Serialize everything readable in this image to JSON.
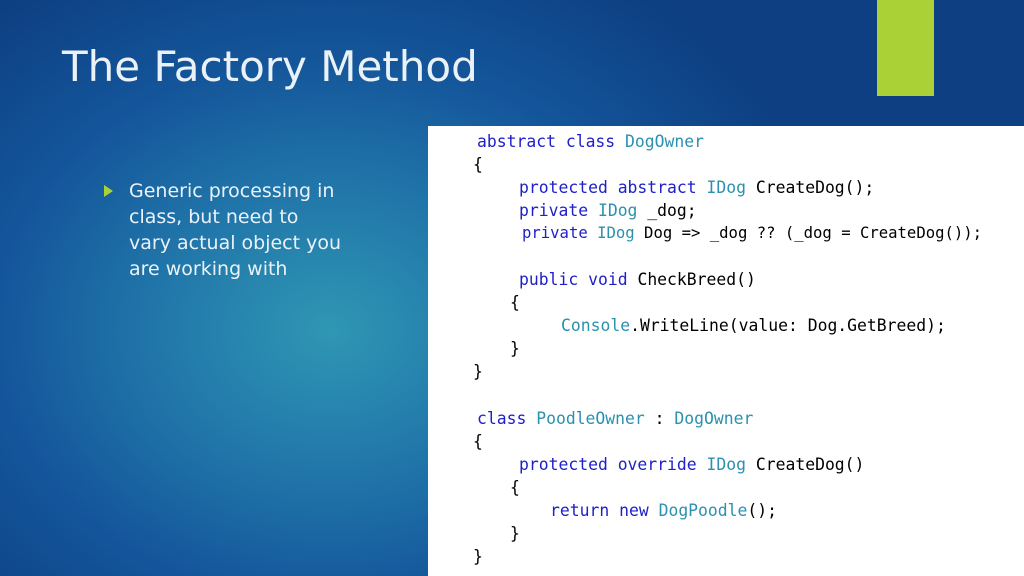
{
  "slide": {
    "title": "The Factory Method",
    "accent_color": "#aad237",
    "bullet": "Generic processing in class, but need to vary actual object you are working with"
  },
  "code": {
    "colors": {
      "keyword": "#1f20c9",
      "type": "#2b91af",
      "plain": "#000000"
    },
    "lines": [
      [
        [
          "abstract",
          "kw"
        ],
        [
          " ",
          "pl"
        ],
        [
          "class",
          "kw"
        ],
        [
          " ",
          "pl"
        ],
        [
          "DogOwner",
          "ty"
        ]
      ],
      [
        [
          "{",
          "pl"
        ]
      ],
      [
        [
          "protected",
          "kw"
        ],
        [
          " ",
          "pl"
        ],
        [
          "abstract",
          "kw"
        ],
        [
          " ",
          "pl"
        ],
        [
          "IDog",
          "ty"
        ],
        [
          " CreateDog();",
          "pl"
        ]
      ],
      [
        [
          "private",
          "kw"
        ],
        [
          " ",
          "pl"
        ],
        [
          "IDog",
          "ty"
        ],
        [
          " _dog;",
          "pl"
        ]
      ],
      [
        [
          "private",
          "kw"
        ],
        [
          " ",
          "pl"
        ],
        [
          "IDog",
          "ty"
        ],
        [
          " Dog => _dog ?? (_dog = CreateDog());",
          "pl"
        ]
      ],
      [
        [
          "public",
          "kw"
        ],
        [
          " ",
          "pl"
        ],
        [
          "void",
          "kw"
        ],
        [
          " CheckBreed()",
          "pl"
        ]
      ],
      [
        [
          "{",
          "pl"
        ]
      ],
      [
        [
          "Console",
          "ty"
        ],
        [
          ".WriteLine(value: Dog.GetBreed);",
          "pl"
        ]
      ],
      [
        [
          "}",
          "pl"
        ]
      ],
      [
        [
          "}",
          "pl"
        ]
      ],
      [
        [
          "class",
          "kw"
        ],
        [
          " ",
          "pl"
        ],
        [
          "PoodleOwner",
          "ty"
        ],
        [
          " : ",
          "pl"
        ],
        [
          "DogOwner",
          "ty"
        ]
      ],
      [
        [
          "{",
          "pl"
        ]
      ],
      [
        [
          "protected",
          "kw"
        ],
        [
          " ",
          "pl"
        ],
        [
          "override",
          "kw"
        ],
        [
          " ",
          "pl"
        ],
        [
          "IDog",
          "ty"
        ],
        [
          " CreateDog()",
          "pl"
        ]
      ],
      [
        [
          "{",
          "pl"
        ]
      ],
      [
        [
          "return",
          "kw"
        ],
        [
          " ",
          "pl"
        ],
        [
          "new",
          "kw"
        ],
        [
          " ",
          "pl"
        ],
        [
          "DogPoodle",
          "ty"
        ],
        [
          "();",
          "pl"
        ]
      ],
      [
        [
          "}",
          "pl"
        ]
      ],
      [
        [
          "}",
          "pl"
        ]
      ]
    ]
  }
}
